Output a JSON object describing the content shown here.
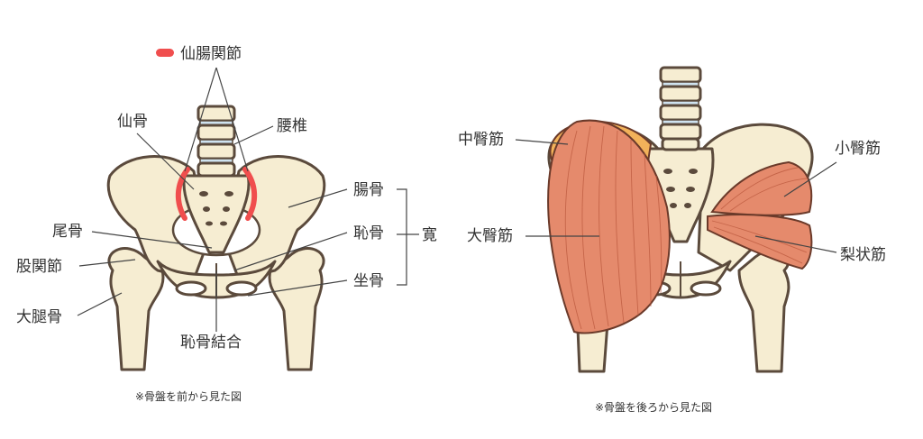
{
  "front_view": {
    "legend_label": "仙腸関節",
    "legend_color": "#f04e4e",
    "labels": {
      "sacrum": "仙骨",
      "lumbar": "腰椎",
      "ilium": "腸骨",
      "pubis": "恥骨",
      "hip_bone": "寛",
      "coccyx": "尾骨",
      "hip_joint": "股関節",
      "femur": "大腿骨",
      "ischium": "坐骨",
      "pubic_symphysis": "恥骨結合"
    },
    "caption": "※骨盤を前から見た図"
  },
  "back_view": {
    "labels": {
      "gluteus_medius": "中臀筋",
      "gluteus_minimus": "小臀筋",
      "gluteus_maximus": "大臀筋",
      "piriformis": "梨状筋"
    },
    "caption": "※骨盤を後ろから見た図"
  }
}
